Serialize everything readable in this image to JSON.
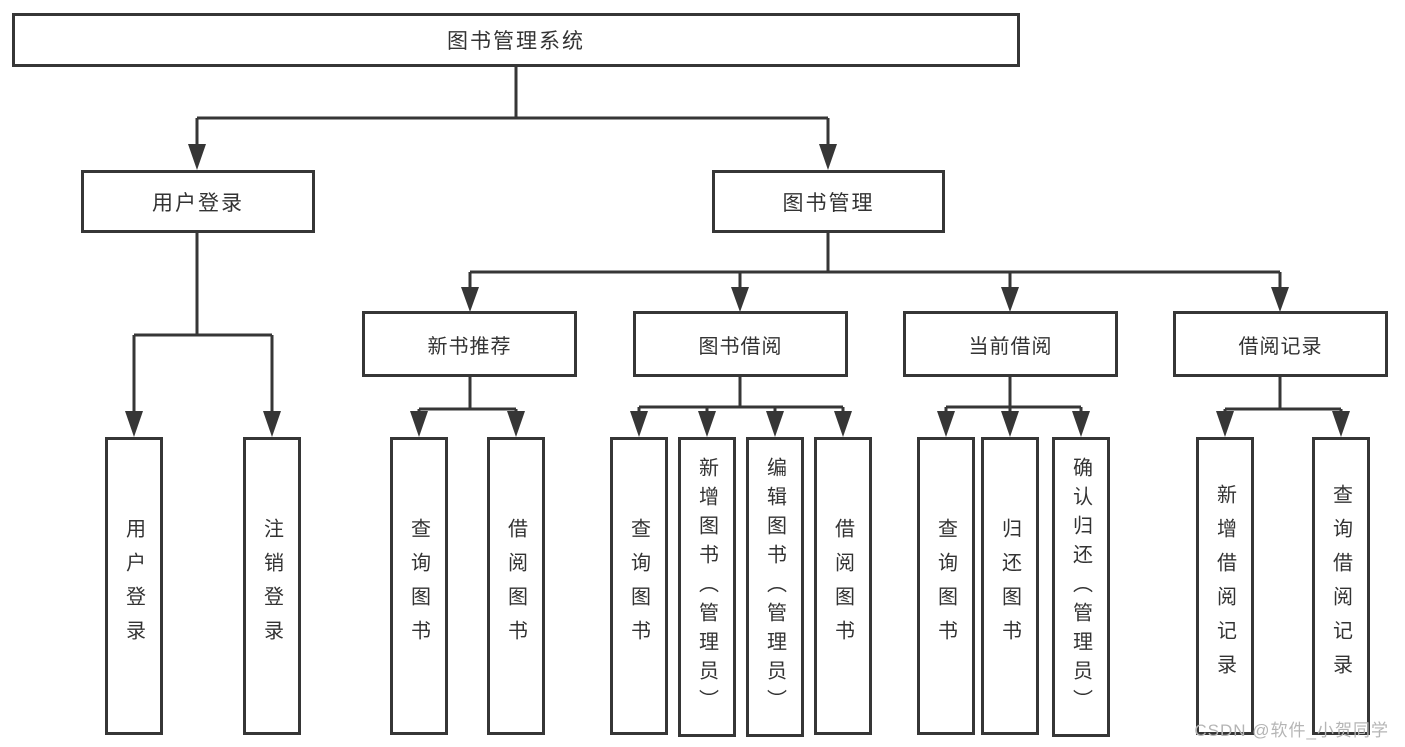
{
  "diagram": {
    "root": {
      "label": "图书管理系统"
    },
    "level1": [
      {
        "label": "用户登录"
      },
      {
        "label": "图书管理"
      }
    ],
    "level2": [
      {
        "label": "新书推荐"
      },
      {
        "label": "图书借阅"
      },
      {
        "label": "当前借阅"
      },
      {
        "label": "借阅记录"
      }
    ],
    "leaves": {
      "user": [
        "用户登录",
        "注销登录"
      ],
      "new_book": [
        "查询图书",
        "借阅图书"
      ],
      "borrow": [
        "查询图书",
        "新增图书（管理员）",
        "编辑图书（管理员）",
        "借阅图书"
      ],
      "current": [
        "查询图书",
        "归还图书",
        "确认归还（管理员）"
      ],
      "records": [
        "新增借阅记录",
        "查询借阅记录"
      ]
    }
  },
  "watermark": "CSDN @软件_小贺同学",
  "colors": {
    "line": "#363636",
    "box_border": "#363636",
    "text": "#333333",
    "watermark": "#b5b5b5",
    "background": "#ffffff"
  }
}
